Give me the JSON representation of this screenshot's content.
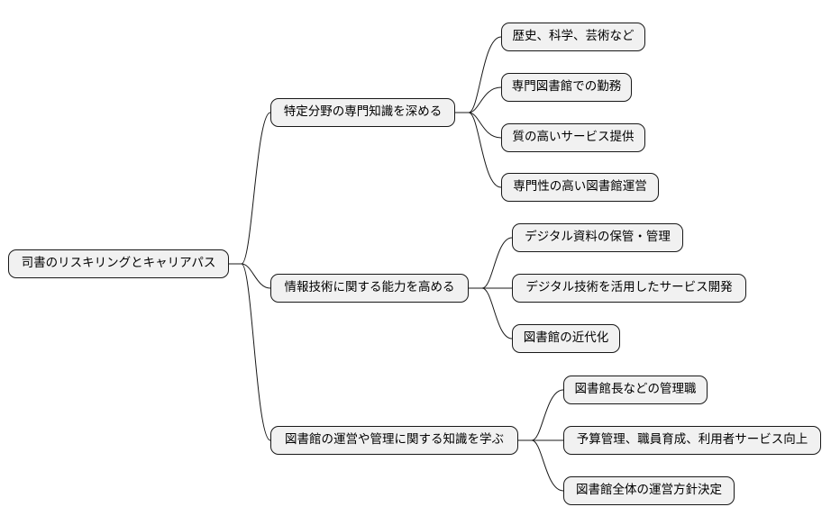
{
  "mindmap": {
    "root": "司書のリスキリングとキャリアパス",
    "branches": [
      {
        "label": "特定分野の専門知識を深める",
        "children": [
          "歴史、科学、芸術など",
          "専門図書館での勤務",
          "質の高いサービス提供",
          "専門性の高い図書館運営"
        ]
      },
      {
        "label": "情報技術に関する能力を高める",
        "children": [
          "デジタル資料の保管・管理",
          "デジタル技術を活用したサービス開発",
          "図書館の近代化"
        ]
      },
      {
        "label": "図書館の運営や管理に関する知識を学ぶ",
        "children": [
          "図書館長などの管理職",
          "予算管理、職員育成、利用者サービス向上",
          "図書館全体の運営方針決定"
        ]
      }
    ]
  }
}
